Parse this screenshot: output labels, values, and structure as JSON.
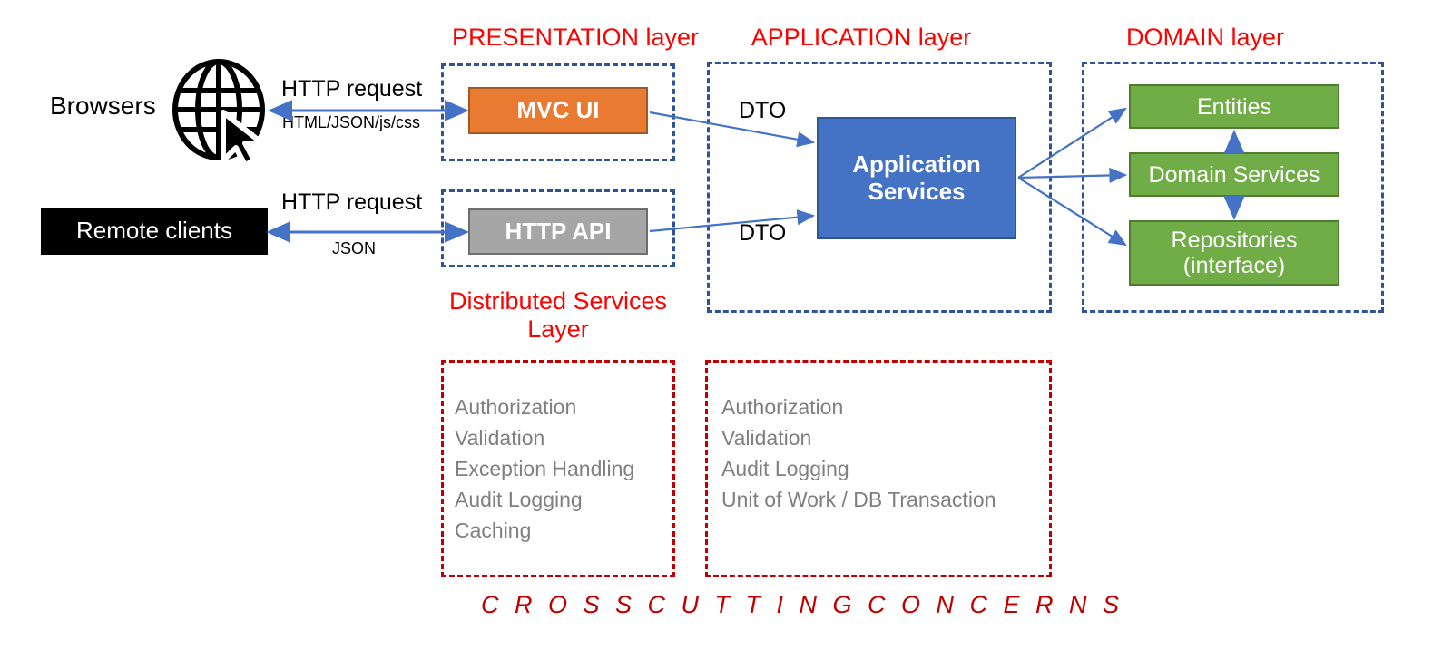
{
  "diagram": {
    "title": "Layered architecture diagram",
    "colors": {
      "layer_title": "#FF0000",
      "dashed_layer_border": "#2E5496",
      "dashed_concern_border": "#C00000",
      "mvc_ui_fill": "#E97A32",
      "http_api_fill": "#A6A6A6",
      "application_services_fill": "#4472C4",
      "domain_box_fill": "#70AD47",
      "client_fill": "#000000",
      "arrow": "#4472C4",
      "concern_text": "#808080"
    }
  },
  "layers": {
    "presentation": {
      "title": "PRESENTATION layer"
    },
    "application": {
      "title": "APPLICATION layer"
    },
    "domain": {
      "title": "DOMAIN layer"
    },
    "distributed_services": {
      "title_line1": "Distributed Services",
      "title_line2": "Layer"
    }
  },
  "clients": {
    "browsers": {
      "label": "Browsers",
      "icon": "globe-cursor-icon"
    },
    "remote": {
      "label": "Remote clients"
    }
  },
  "connections": {
    "browser_request": "HTTP request",
    "browser_response": "HTML/JSON/js/css",
    "remote_request": "HTTP request",
    "remote_response": "JSON",
    "dto_top": "DTO",
    "dto_bottom": "DTO"
  },
  "components": {
    "mvc_ui": "MVC UI",
    "http_api": "HTTP API",
    "application_services_line1": "Application",
    "application_services_line2": "Services",
    "entities": "Entities",
    "domain_services": "Domain Services",
    "repositories_line1": "Repositories",
    "repositories_line2": "(interface)"
  },
  "cross_cutting": {
    "caption": "C R O S S   C U T T I N G   C O N C E R N S",
    "presentation_concerns": [
      "Authorization",
      "Validation",
      "Exception Handling",
      "Audit Logging",
      "Caching"
    ],
    "application_concerns": [
      "Authorization",
      "Validation",
      "Audit Logging",
      "Unit of Work / DB Transaction"
    ]
  }
}
